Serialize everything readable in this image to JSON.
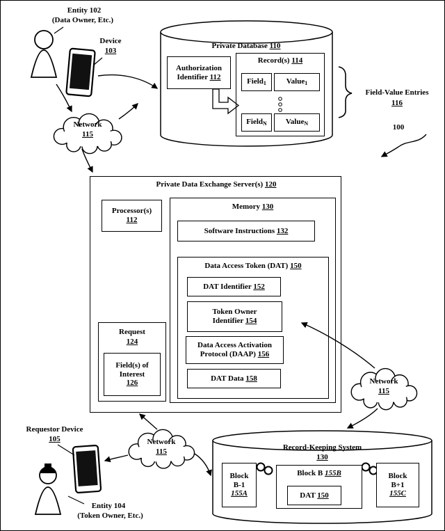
{
  "colors": {
    "ink": "#000000",
    "paper": "#ffffff"
  },
  "figure_ref": "100",
  "data_owner": {
    "entity": "Entity 102",
    "entity_sub": "(Data Owner, Etc.)",
    "device_label": "Device",
    "device_num": "103"
  },
  "database": {
    "title": "Private Database",
    "title_num": "110",
    "auth_l1": "Authorization",
    "auth_l2": "Identifier",
    "auth_num": "112",
    "records": "Record(s)",
    "records_num": "114",
    "field": "Field",
    "value": "Value",
    "sub_first": "1",
    "sub_last": "N",
    "entries_label": "Field-Value Entries",
    "entries_num": "116"
  },
  "network": {
    "label": "Network",
    "num": "115"
  },
  "server": {
    "title": "Private Data Exchange Server(s)",
    "title_num": "120",
    "processors": "Processor(s)",
    "processors_num": "112",
    "memory": "Memory",
    "memory_num": "130",
    "software": "Software Instructions",
    "software_num": "132",
    "dat": "Data Access Token (DAT)",
    "dat_num": "150",
    "dat_id": "DAT Identifier",
    "dat_id_num": "152",
    "owner_l1": "Token Owner",
    "owner_l2": "Identifier",
    "owner_num": "154",
    "daap_l1": "Data Access Activation",
    "daap_l2": "Protocol (DAAP)",
    "daap_num": "156",
    "dat_data": "DAT Data",
    "dat_data_num": "158",
    "request": "Request",
    "request_num": "124",
    "interest_l1": "Field(s) of",
    "interest_l2": "Interest",
    "interest_num": "126"
  },
  "requestor": {
    "device_label": "Requestor Device",
    "device_num": "105",
    "entity": "Entity 104",
    "entity_sub": "(Token Owner, Etc.)"
  },
  "ledger": {
    "title": "Record-Keeping System",
    "title_num": "130",
    "block_prev_l1": "Block",
    "block_prev_l2": "B-1",
    "block_prev_num": "155A",
    "block_cur": "Block B",
    "block_cur_num": "155B",
    "dat": "DAT",
    "dat_num": "150",
    "block_next_l1": "Block",
    "block_next_l2": "B+1",
    "block_next_num": "155C"
  }
}
